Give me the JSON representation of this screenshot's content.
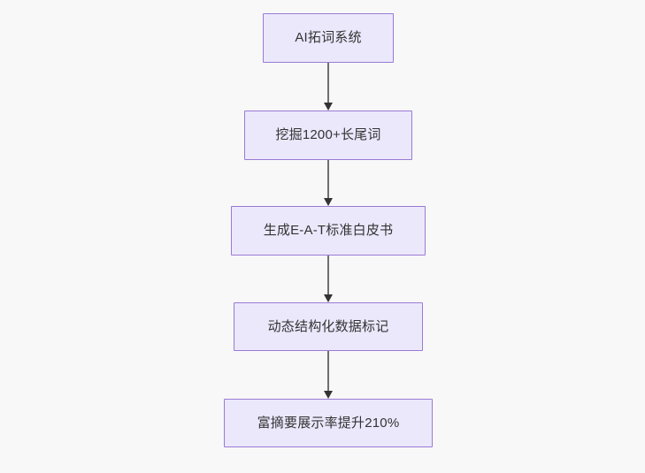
{
  "diagram": {
    "type": "flowchart",
    "orientation": "top-to-bottom",
    "background_color": "#f8f8f8",
    "node_fill_color": "#ebe8fc",
    "node_border_color": "#9a7ad4",
    "node_text_color": "#333333",
    "connector_line_color": "#6f6f6f",
    "connector_arrow_color": "#333333",
    "nodes": [
      {
        "id": "node-1",
        "label": "AI拓词系统"
      },
      {
        "id": "node-2",
        "label": "挖掘1200+长尾词"
      },
      {
        "id": "node-3",
        "label": "生成E-A-T标准白皮书"
      },
      {
        "id": "node-4",
        "label": "动态结构化数据标记"
      },
      {
        "id": "node-5",
        "label": "富摘要展示率提升210%"
      }
    ],
    "connectors": [
      {
        "id": "connector-1",
        "from": "node-1",
        "to": "node-2",
        "arrow": "down-arrow"
      },
      {
        "id": "connector-2",
        "from": "node-2",
        "to": "node-3",
        "arrow": "down-arrow"
      },
      {
        "id": "connector-3",
        "from": "node-3",
        "to": "node-4",
        "arrow": "down-arrow"
      },
      {
        "id": "connector-4",
        "from": "node-4",
        "to": "node-5",
        "arrow": "down-arrow"
      }
    ]
  }
}
